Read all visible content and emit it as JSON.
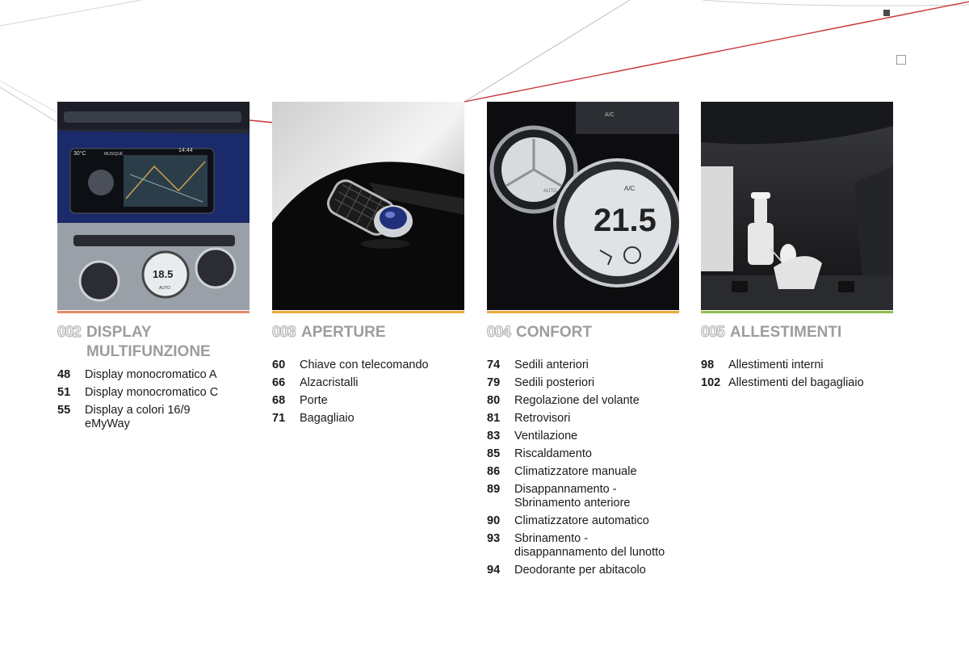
{
  "colors": {
    "red_accent": "#c8343a",
    "orange_accent": "#e58a3a",
    "yellow_accent": "#e9a93b",
    "green_accent": "#8cbf4c"
  },
  "sections": [
    {
      "number": "002",
      "title": "DISPLAY MULTIFUNZIONE",
      "photo_icon": "dashboard-display-photo",
      "items": [
        {
          "page": "48",
          "label": "Display monocromatico A"
        },
        {
          "page": "51",
          "label": "Display monocromatico C"
        },
        {
          "page": "55",
          "label": "Display a colori 16/9 eMyWay"
        }
      ]
    },
    {
      "number": "003",
      "title": "APERTURE",
      "photo_icon": "remote-key-photo",
      "items": [
        {
          "page": "60",
          "label": "Chiave con telecomando"
        },
        {
          "page": "66",
          "label": "Alzacristalli"
        },
        {
          "page": "68",
          "label": "Porte"
        },
        {
          "page": "71",
          "label": "Bagagliaio"
        }
      ]
    },
    {
      "number": "004",
      "title": "CONFORT",
      "photo_icon": "climate-control-photo",
      "items": [
        {
          "page": "74",
          "label": "Sedili anteriori"
        },
        {
          "page": "79",
          "label": "Sedili posteriori"
        },
        {
          "page": "80",
          "label": "Regolazione del volante"
        },
        {
          "page": "81",
          "label": "Retrovisori"
        },
        {
          "page": "83",
          "label": "Ventilazione"
        },
        {
          "page": "85",
          "label": "Riscaldamento"
        },
        {
          "page": "86",
          "label": "Climatizzatore manuale"
        },
        {
          "page": "89",
          "label": "Disappannamento - Sbrinamento anteriore"
        },
        {
          "page": "90",
          "label": "Climatizzatore automatico"
        },
        {
          "page": "93",
          "label": "Sbrinamento - disappannamento del lunotto"
        },
        {
          "page": "94",
          "label": "Deodorante per abitacolo"
        }
      ]
    },
    {
      "number": "005",
      "title": "ALLESTIMENTI",
      "photo_icon": "boot-fittings-photo",
      "items": [
        {
          "page": "98",
          "label": "Allestimenti interni"
        },
        {
          "page": "102",
          "label": "Allestimenti del bagagliaio"
        }
      ]
    }
  ],
  "photo_text": {
    "nav_temp": "30°C",
    "nav_mode": "MUSIQUE",
    "nav_time": "14:44",
    "dash_temp": "18.5",
    "dash_mode": "AUTO",
    "ac_label": "A/C",
    "climate_temp": "21.5",
    "climate_auto": "AUTO"
  }
}
